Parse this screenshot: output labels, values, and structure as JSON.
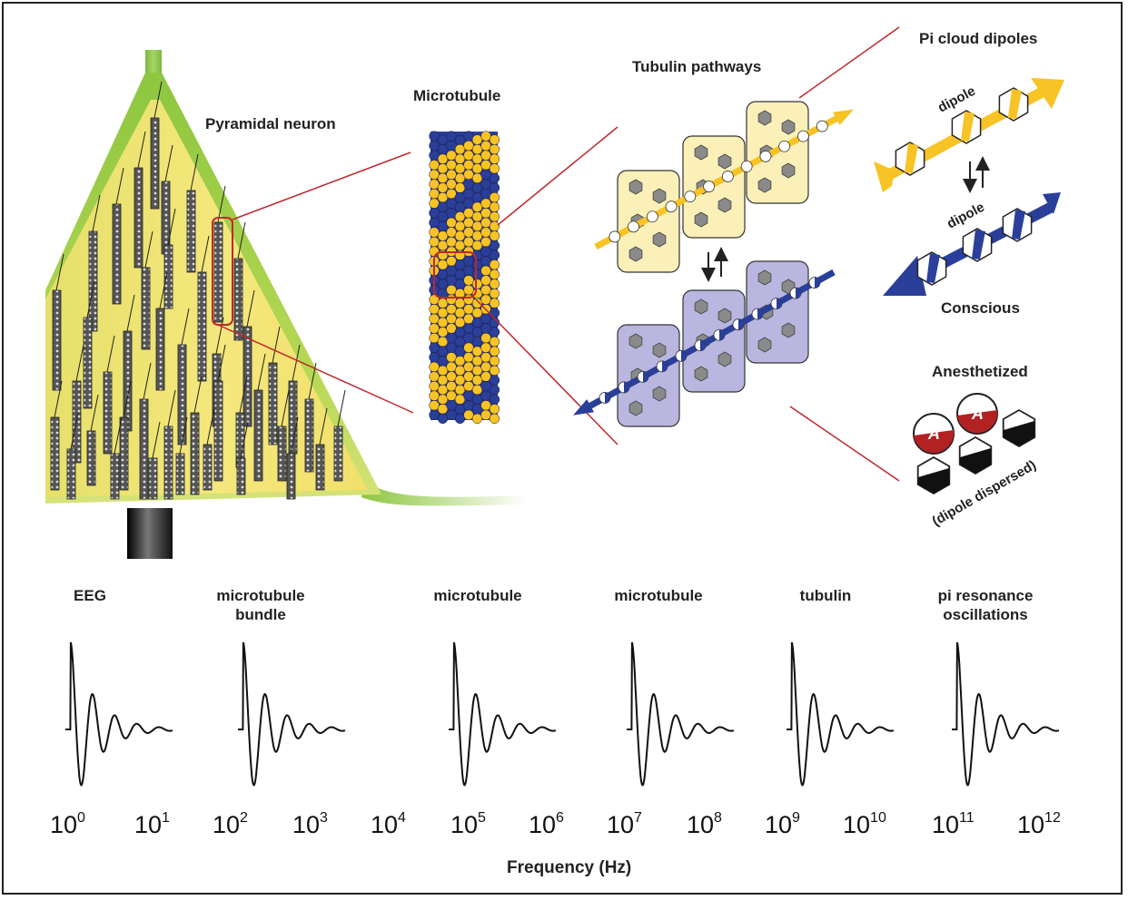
{
  "labels": {
    "pyramidal_neuron": "Pyramidal neuron",
    "microtubule": "Microtubule",
    "tubulin_pathways": "Tubulin pathways",
    "pi_cloud_dipoles": "Pi cloud dipoles",
    "dipole_top": "dipole",
    "dipole_bottom": "dipole",
    "conscious": "Conscious",
    "anesthetized": "Anesthetized",
    "dipole_dispersed": "(dipole dispersed)",
    "anesthetic_symbol": "A",
    "frequency_axis": "Frequency (Hz)"
  },
  "scales": [
    {
      "line1": "EEG",
      "line2": ""
    },
    {
      "line1": "microtubule",
      "line2": "bundle"
    },
    {
      "line1": "microtubule",
      "line2": ""
    },
    {
      "line1": "microtubule",
      "line2": ""
    },
    {
      "line1": "tubulin",
      "line2": ""
    },
    {
      "line1": "pi resonance",
      "line2": "oscillations"
    }
  ],
  "frequency_ticks": [
    {
      "base": "10",
      "exp": "0"
    },
    {
      "base": "10",
      "exp": "1"
    },
    {
      "base": "10",
      "exp": "2"
    },
    {
      "base": "10",
      "exp": "3"
    },
    {
      "base": "10",
      "exp": "4"
    },
    {
      "base": "10",
      "exp": "5"
    },
    {
      "base": "10",
      "exp": "6"
    },
    {
      "base": "10",
      "exp": "7"
    },
    {
      "base": "10",
      "exp": "8"
    },
    {
      "base": "10",
      "exp": "9"
    },
    {
      "base": "10",
      "exp": "10"
    },
    {
      "base": "10",
      "exp": "11"
    },
    {
      "base": "10",
      "exp": "12"
    }
  ],
  "colors": {
    "neuron_yellow": "#f1e57a",
    "neuron_green": "#8cc63f",
    "tubulin_yellow": "#f7c325",
    "tubulin_blue": "#2a3f9a",
    "conscious_yellow_panel": "#fbf0b8",
    "conscious_blue_panel": "#b9b6e0",
    "zoom_line_red": "#c1272d",
    "anesthetic_red": "#b22222"
  }
}
